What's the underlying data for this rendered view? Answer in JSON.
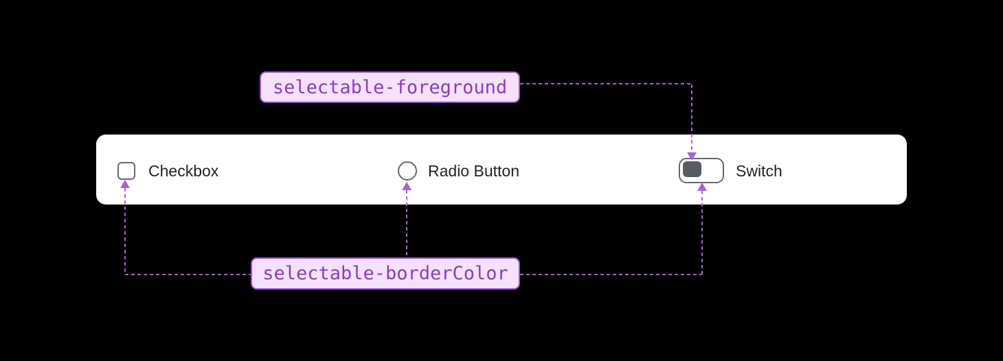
{
  "colors": {
    "background": "#000000",
    "card_bg": "#ffffff",
    "control_border": "#63676e",
    "control_text": "#1e2126",
    "switch_thumb": "#575c63",
    "token_bg": "#f5e1fc",
    "token_border": "#a050cc",
    "token_text": "#8e3cc0",
    "connector": "#ab5fd6"
  },
  "tokens": {
    "foreground": "selectable-foreground",
    "borderColor": "selectable-borderColor"
  },
  "controls": {
    "checkbox": "Checkbox",
    "radio": "Radio Button",
    "switch": "Switch"
  }
}
